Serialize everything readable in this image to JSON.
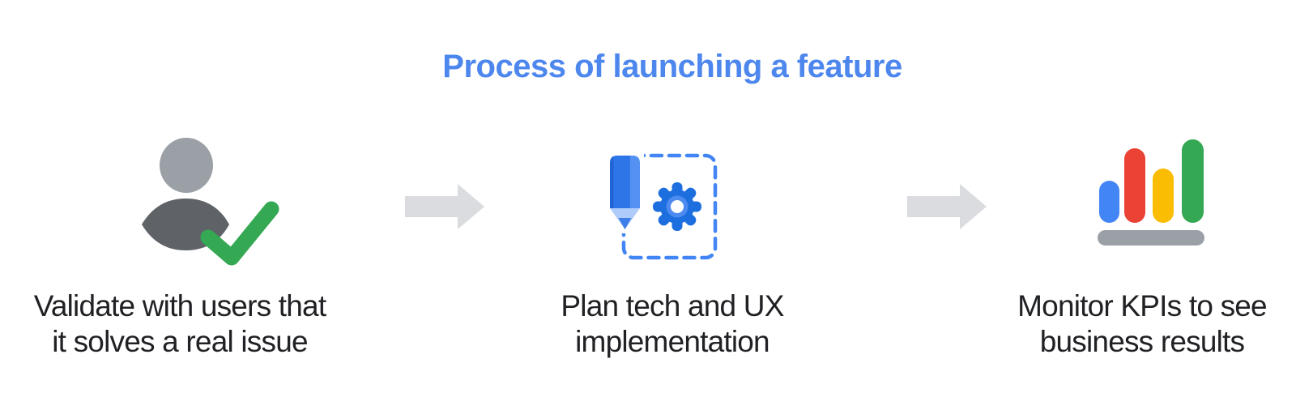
{
  "title": "Process of launching a feature",
  "steps": [
    {
      "id": "validate",
      "icon": "user-check-icon",
      "label_line1": "Validate with users that",
      "label_line2": "it solves a real issue"
    },
    {
      "id": "plan",
      "icon": "pencil-gear-icon",
      "label_line1": "Plan tech and UX",
      "label_line2": "implementation"
    },
    {
      "id": "monitor",
      "icon": "bar-chart-icon",
      "label_line1": "Monitor KPIs to see",
      "label_line2": "business results"
    }
  ],
  "arrows": [
    {
      "icon": "arrow-right-icon",
      "direction": "right"
    },
    {
      "icon": "arrow-right-icon",
      "direction": "right"
    }
  ],
  "colors": {
    "title_blue": "#4d87ee",
    "blue": "#4285F4",
    "blue_dark": "#1d6ede",
    "blue_ring": "#4d8bf0",
    "blue_light": "#aecbfa",
    "green": "#34A853",
    "red": "#EA4335",
    "yellow": "#FBBC04",
    "gray_head": "#9AA0A6",
    "gray_body": "#5F6368",
    "gray_arrow": "#DADCE0",
    "gray_base": "#9AA0A6",
    "text": "#202124",
    "background": "#FFFFFF"
  }
}
